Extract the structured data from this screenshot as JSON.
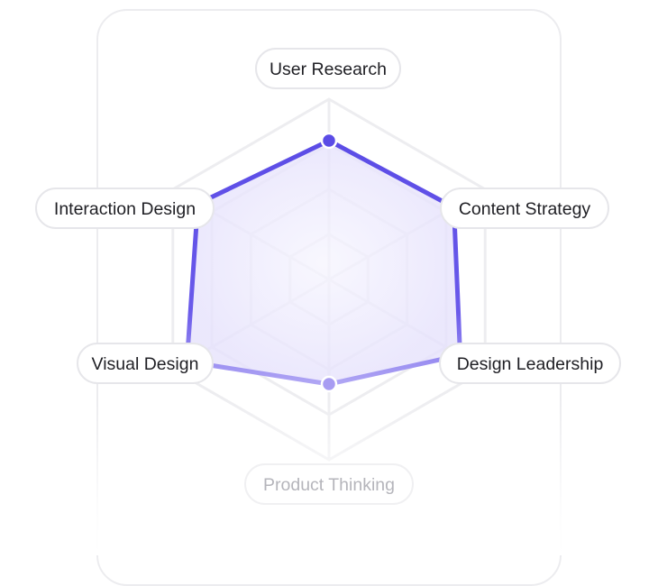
{
  "chart_data": {
    "type": "radar",
    "axes": [
      "User Research",
      "Content Strategy",
      "Design Leadership",
      "Product Thinking",
      "Visual Design",
      "Interaction Design"
    ],
    "values": [
      0.77,
      0.8,
      0.84,
      0.58,
      0.91,
      0.84
    ],
    "rings": 4,
    "range": [
      0,
      1
    ],
    "grid": true,
    "colors": {
      "line": "#5b4ce6",
      "fill": "#ece9fd",
      "grid": "#ededf0",
      "point": "#5b4ce6",
      "point_faded": "#a89cf2"
    }
  }
}
